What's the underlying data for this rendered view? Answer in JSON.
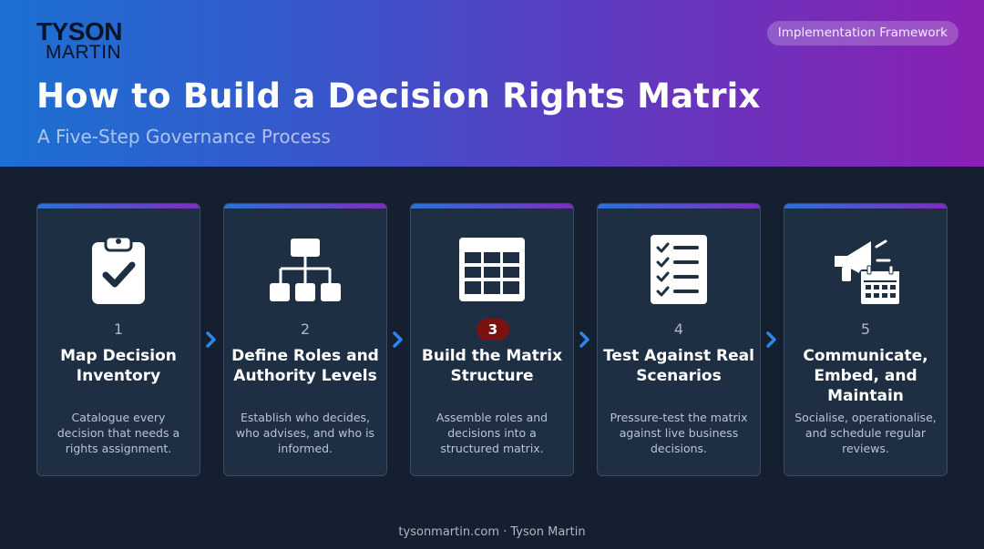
{
  "brand": {
    "line1": "TYSON",
    "line2": "MARTIN"
  },
  "badge": "Implementation Framework",
  "title": "How to Build a Decision Rights Matrix",
  "subtitle": "A Five-Step Governance Process",
  "accent_color": "#7a1212",
  "steps": [
    {
      "number": "1",
      "title": "Map Decision Inventory",
      "description": "Catalogue every decision that needs a rights assignment.",
      "icon": "clipboard-check-icon",
      "active": false
    },
    {
      "number": "2",
      "title": "Define Roles and Authority Levels",
      "description": "Establish who decides, who advises, and who is informed.",
      "icon": "org-chart-icon",
      "active": false
    },
    {
      "number": "3",
      "title": "Build the Matrix Structure",
      "description": "Assemble roles and decisions into a structured matrix.",
      "icon": "table-grid-icon",
      "active": true
    },
    {
      "number": "4",
      "title": "Test Against Real Scenarios",
      "description": "Pressure-test the matrix against live business decisions.",
      "icon": "checklist-icon",
      "active": false
    },
    {
      "number": "5",
      "title": "Communicate, Embed, and Maintain",
      "description": "Socialise, operationalise, and schedule regular reviews.",
      "icon": "megaphone-calendar-icon",
      "active": false
    }
  ],
  "footer": "tysonmartin.com · Tyson Martin"
}
